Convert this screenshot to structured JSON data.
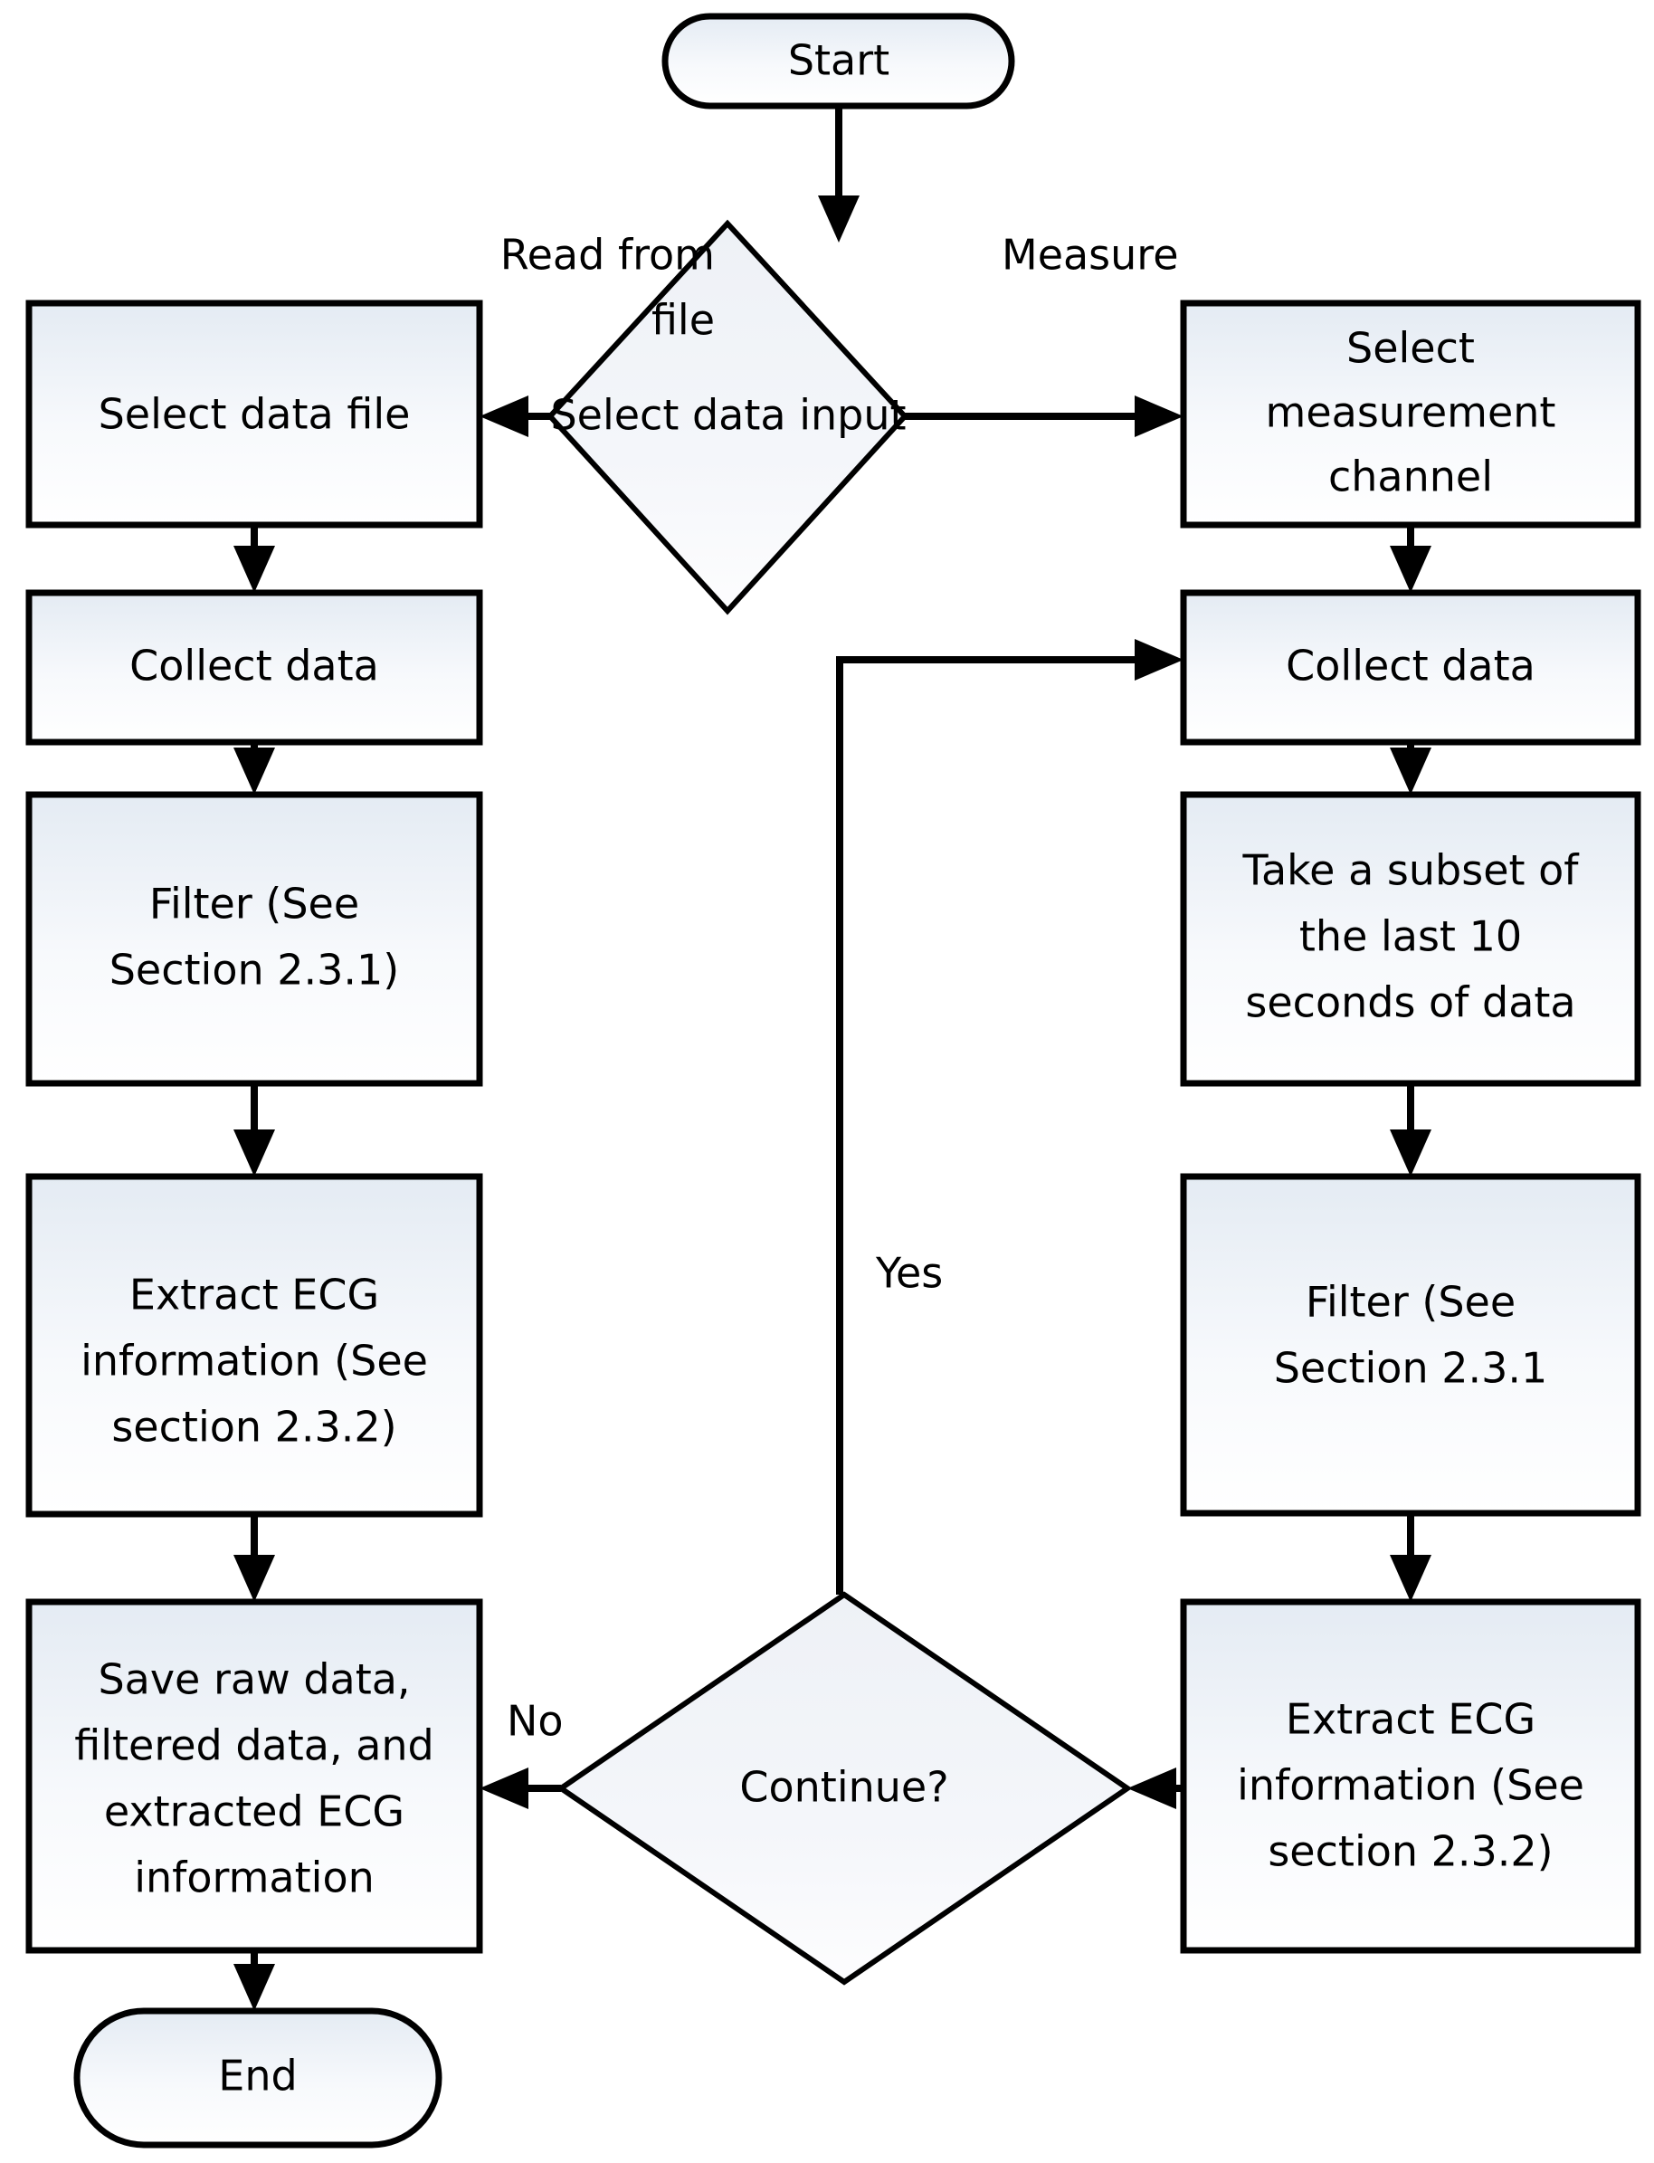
{
  "diagram": {
    "title": "ECG data acquisition and processing flowchart",
    "background_color": "#ffffff",
    "stroke_color": "#000000",
    "node_fill_top": "#e8eef5",
    "node_fill_bottom": "#ffffff",
    "text_color": "#000000"
  },
  "nodes": {
    "start": {
      "label": "Start",
      "shape": "stadium"
    },
    "select_data_input": {
      "label": "Select data input",
      "shape": "diamond"
    },
    "select_data_file": {
      "label": "Select data file",
      "shape": "rectangle"
    },
    "select_measurement_channel": {
      "shape": "rectangle",
      "line1": "Select",
      "line2": "measurement",
      "line3": "channel"
    },
    "collect_data_left": {
      "label": "Collect data",
      "shape": "rectangle"
    },
    "collect_data_right": {
      "label": "Collect data",
      "shape": "rectangle"
    },
    "filter_left": {
      "shape": "rectangle",
      "line1": "Filter (See",
      "line2": "Section 2.3.1)"
    },
    "take_subset": {
      "shape": "rectangle",
      "line1": "Take a subset of",
      "line2": "the last 10",
      "line3": "seconds of data"
    },
    "filter_right": {
      "shape": "rectangle",
      "line1": "Filter (See",
      "line2": "Section 2.3.1"
    },
    "extract_ecg_left": {
      "shape": "rectangle",
      "line1": "Extract ECG",
      "line2": "information (See",
      "line3": "section 2.3.2)"
    },
    "extract_ecg_right": {
      "shape": "rectangle",
      "line1": "Extract ECG",
      "line2": "information (See",
      "line3": "section 2.3.2)"
    },
    "save_data": {
      "shape": "rectangle",
      "line1": "Save raw data,",
      "line2": "filtered data, and",
      "line3": "extracted ECG",
      "line4": "information"
    },
    "continue_decision": {
      "label": "Continue?",
      "shape": "diamond"
    },
    "end": {
      "label": "End",
      "shape": "stadium"
    }
  },
  "edge_labels": {
    "read_from_file_l1": "Read from",
    "read_from_file_l2": "file",
    "measure": "Measure",
    "yes": "Yes",
    "no": "No"
  }
}
